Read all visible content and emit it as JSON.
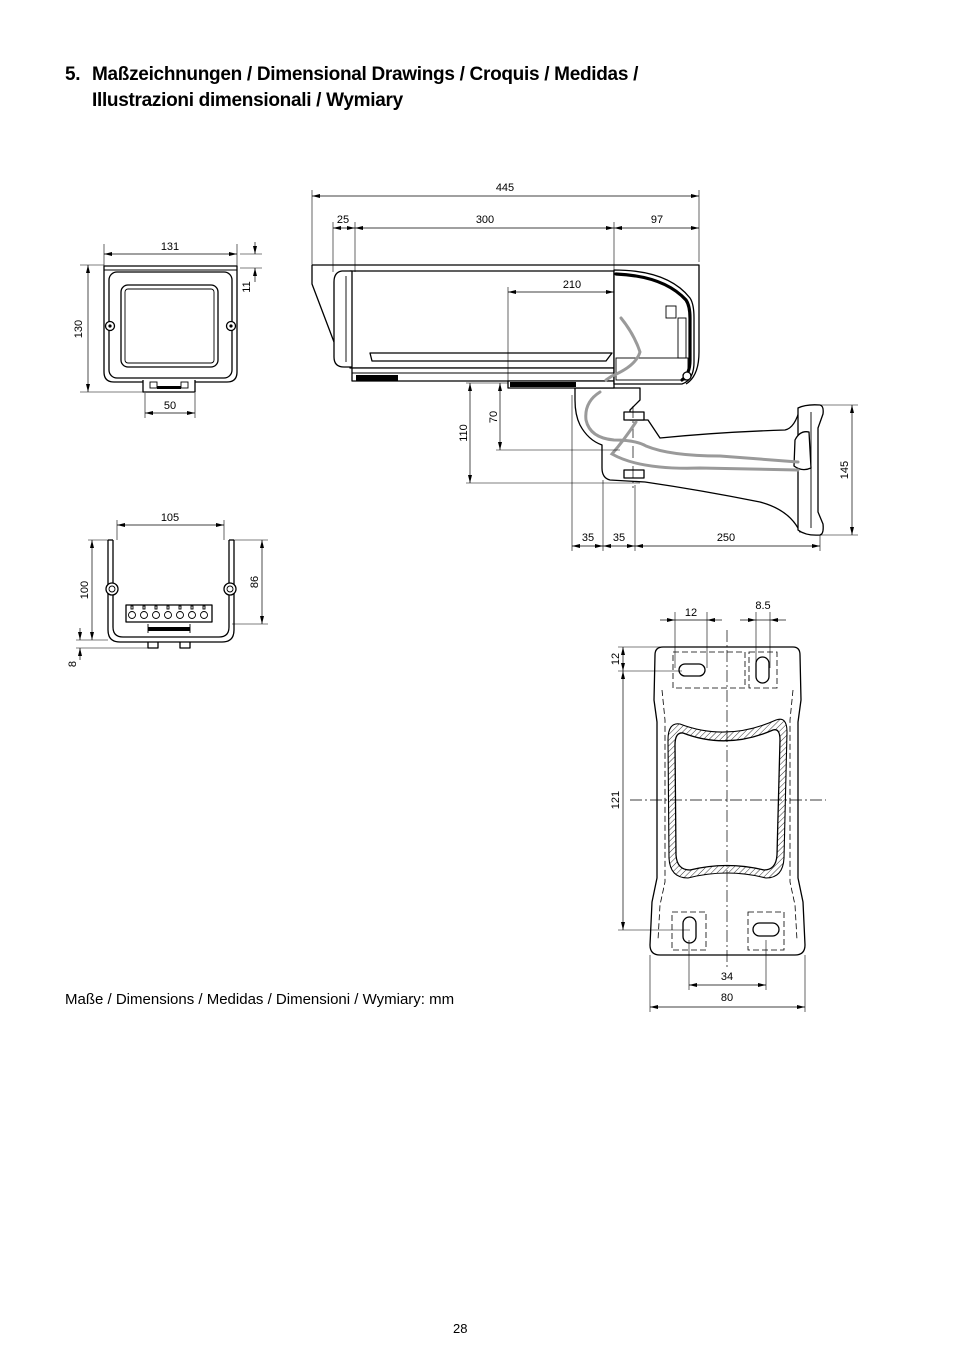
{
  "heading": {
    "number": "5.",
    "line1": "Maßzeichnungen / Dimensional Drawings / Croquis / Medidas /",
    "line2": "Illustrazioni dimensionali / Wymiary"
  },
  "drawings": {
    "front_view": {
      "width": "131",
      "top": "11",
      "height": "130",
      "base": "50"
    },
    "side_view": {
      "total_length": "445",
      "front": "25",
      "middle": "300",
      "rear": "97",
      "offset": "210",
      "height_total": "110",
      "height_joint": "70",
      "plate_height": "145",
      "seg_a": "35",
      "seg_b": "35",
      "arm": "250"
    },
    "rear_view": {
      "width": "105",
      "height": "100",
      "inner_height": "86",
      "foot": "8"
    },
    "wall_plate": {
      "slot_a": "12",
      "slot_b": "8.5",
      "top_edge": "12",
      "hole_pitch_v": "121",
      "hole_pitch_h": "34",
      "width": "80"
    }
  },
  "caption": "Maße / Dimensions / Medidas / Dimensioni / Wymiary: mm",
  "page_number": "28"
}
